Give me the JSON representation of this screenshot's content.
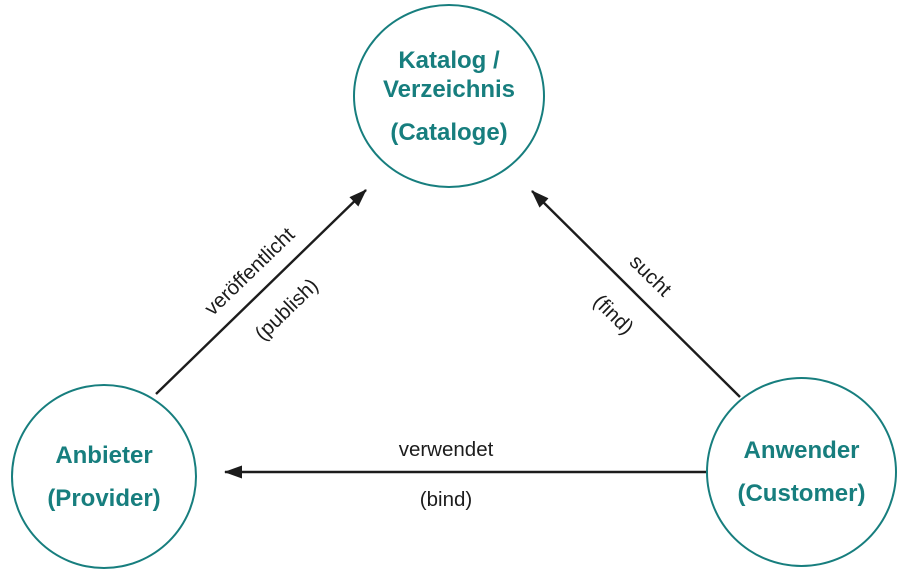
{
  "diagram": {
    "description": "Service triangle (publish-find-bind)",
    "colors": {
      "node_accent": "#177E7E",
      "arrow": "#1C1C1C",
      "background": "#FFFFFF"
    },
    "nodes": {
      "catalog": {
        "name_line1": "Katalog /",
        "name_line2": "Verzeichnis",
        "subtitle": "(Cataloge)"
      },
      "provider": {
        "name": "Anbieter",
        "subtitle": "(Provider)"
      },
      "customer": {
        "name": "Anwender",
        "subtitle": "(Customer)"
      }
    },
    "edges": {
      "publish": {
        "label": "veröffentlicht",
        "sublabel": "(publish)",
        "direction": "provider → catalog"
      },
      "find": {
        "label": "sucht",
        "sublabel": "(find)",
        "direction": "customer → catalog"
      },
      "bind": {
        "label": "verwendet",
        "sublabel": "(bind)",
        "direction": "customer → provider"
      }
    }
  }
}
